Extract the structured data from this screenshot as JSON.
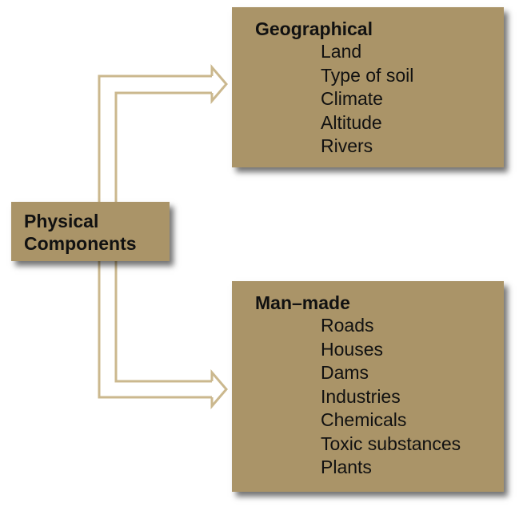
{
  "diagram": {
    "root": {
      "label": "Physical\nComponents"
    },
    "branches": [
      {
        "heading": "Geographical",
        "items": [
          "Land",
          "Type of soil",
          "Climate",
          "Altitude",
          "Rivers"
        ]
      },
      {
        "heading": "Man–made",
        "items": [
          "Roads",
          "Houses",
          "Dams",
          "Industries",
          "Chemicals",
          "Toxic substances",
          "Plants"
        ]
      }
    ],
    "colors": {
      "box_fill": "#aa9468",
      "connector_stroke": "#cbb88e",
      "text": "#111111"
    }
  }
}
